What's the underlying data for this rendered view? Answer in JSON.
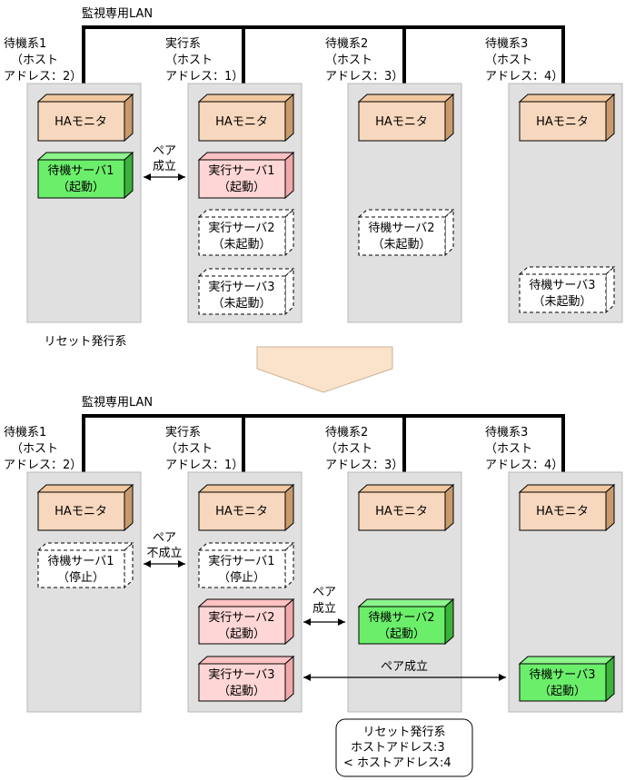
{
  "lan_label": "監視専用LAN",
  "hosts": [
    {
      "label": [
        "待機系1",
        "（ホスト",
        "アドレス：2）"
      ]
    },
    {
      "label": [
        "実行系",
        "（ホスト",
        "アドレス：1）"
      ]
    },
    {
      "label": [
        "待機系2",
        "（ホスト",
        "アドレス：3）"
      ]
    },
    {
      "label": [
        "待機系3",
        "（ホスト",
        "アドレス：4）"
      ]
    }
  ],
  "ha_monitor": "HAモニタ",
  "before": {
    "servers": [
      {
        "lines": [
          "待機サーバ1",
          "（起動）"
        ],
        "state": "standby-active"
      },
      {
        "lines": [
          "実行サーバ1",
          "（起動）"
        ],
        "state": "run-active"
      },
      {
        "lines": [
          "実行サーバ2",
          "（未起動）"
        ],
        "state": "inactive"
      },
      {
        "lines": [
          "実行サーバ3",
          "（未起動）"
        ],
        "state": "inactive"
      },
      {
        "lines": [
          "待機サーバ2",
          "（未起動）"
        ],
        "state": "inactive"
      },
      {
        "lines": [
          "待機サーバ3",
          "（未起動）"
        ],
        "state": "inactive"
      }
    ],
    "pair_label": [
      "ペア",
      "成立"
    ],
    "reset_label": "リセット発行系"
  },
  "after": {
    "servers": [
      {
        "lines": [
          "待機サーバ1",
          "（停止）"
        ],
        "state": "inactive"
      },
      {
        "lines": [
          "実行サーバ1",
          "（停止）"
        ],
        "state": "inactive"
      },
      {
        "lines": [
          "実行サーバ2",
          "（起動）"
        ],
        "state": "run-active"
      },
      {
        "lines": [
          "実行サーバ3",
          "（起動）"
        ],
        "state": "run-active"
      },
      {
        "lines": [
          "待機サーバ2",
          "（起動）"
        ],
        "state": "standby-active"
      },
      {
        "lines": [
          "待機サーバ3",
          "（起動）"
        ],
        "state": "standby-active"
      }
    ],
    "pair1_label": [
      "ペア",
      "不成立"
    ],
    "pair2_label": [
      "ペア",
      "成立"
    ],
    "pair3_label": "ペア成立",
    "note": [
      "リセット発行系",
      "ホストアドレス:3",
      "<  ホストアドレス:4"
    ]
  },
  "colors": {
    "host_bg": "#e0e0e0",
    "ha_face": "#f7d7bd",
    "ha_side": "#c99a6c",
    "ha_top": "#f1c8a0",
    "run_face": "#ffd6d6",
    "run_side": "#f1a9a9",
    "run_top": "#ffc2c2",
    "standby_face": "#6bef6b",
    "standby_side": "#39b339",
    "standby_top": "#8cf58c",
    "arrow_fill": "#fbe3cb"
  }
}
